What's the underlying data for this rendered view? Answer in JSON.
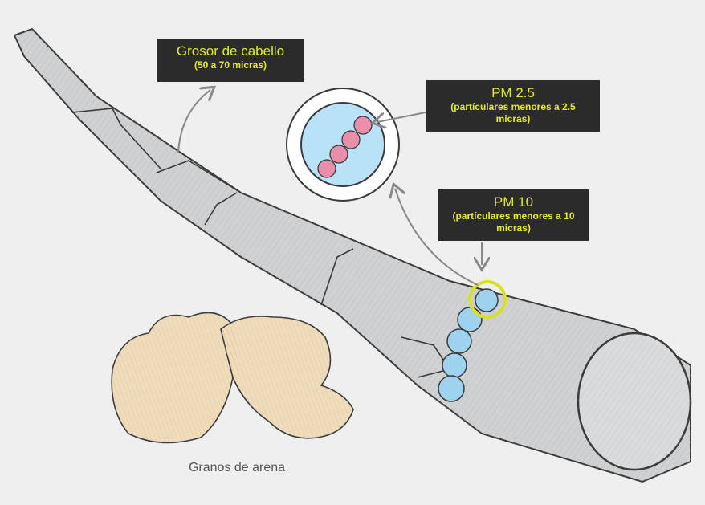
{
  "labels": {
    "hair": {
      "title": "Grosor de cabello",
      "subtitle": "(50 a 70 micras)"
    },
    "pm25": {
      "title": "PM 2.5",
      "subtitle": "(partículares menores a 2.5 micras)"
    },
    "pm10": {
      "title": "PM 10",
      "subtitle": "(partículares menores a 10 micras)"
    },
    "sand": "Granos de arena"
  },
  "colors": {
    "background": "#efefef",
    "label_bg": "#2b2b2b",
    "label_text": "#e3ea2c",
    "pm10_particle": "#9dd3ef",
    "pm25_particle": "#e98fab",
    "circle_fill": "#b9e2f6",
    "highlight_ring": "#d7e21f",
    "hair": "#cfd1d2",
    "sand": "#eedcbb"
  },
  "icons": [
    "arrow-icon"
  ]
}
